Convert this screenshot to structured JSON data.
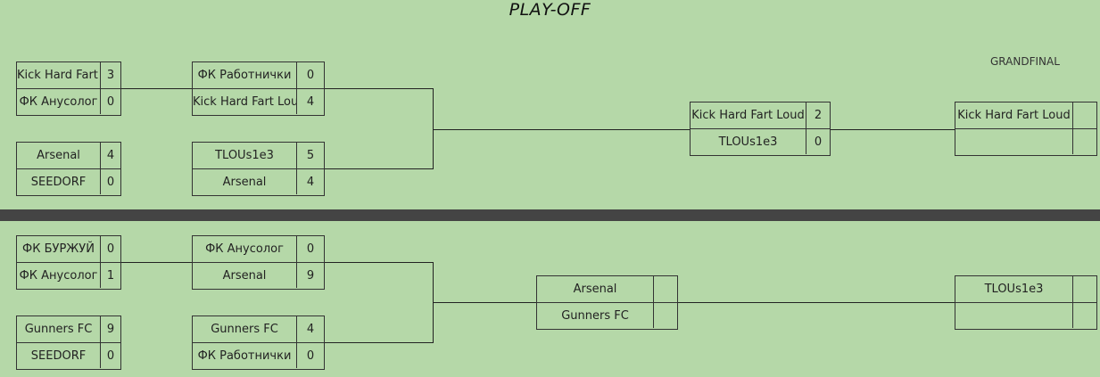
{
  "title": "PLAY-OFF",
  "grandfinal_label": "GRANDFINAL",
  "upper": {
    "round1": [
      {
        "team1": "Kick Hard Fart Loud",
        "score1": "3",
        "team2": "ФК Анусолог",
        "score2": "0"
      },
      {
        "team1": "Arsenal",
        "score1": "4",
        "team2": "SEEDORF",
        "score2": "0"
      }
    ],
    "round2": [
      {
        "team1": "ФК Работнички",
        "score1": "0",
        "team2": "Kick Hard Fart Loud",
        "score2": "4"
      },
      {
        "team1": "TLOUs1e3",
        "score1": "5",
        "team2": "Arsenal",
        "score2": "4"
      }
    ],
    "final": {
      "team1": "Kick Hard Fart Loud",
      "score1": "2",
      "team2": "TLOUs1e3",
      "score2": "0"
    },
    "grandfinal": {
      "team1": "Kick Hard Fart Loud",
      "score1": "",
      "team2": "",
      "score2": ""
    }
  },
  "lower": {
    "round1": [
      {
        "team1": "ФК БУРЖУЙ",
        "score1": "0",
        "team2": "ФК Анусолог",
        "score2": "1"
      },
      {
        "team1": "Gunners FC",
        "score1": "9",
        "team2": "SEEDORF",
        "score2": "0"
      }
    ],
    "round2": [
      {
        "team1": "ФК Анусолог",
        "score1": "0",
        "team2": "Arsenal",
        "score2": "9"
      },
      {
        "team1": "Gunners FC",
        "score1": "4",
        "team2": "ФК Работнички",
        "score2": "0"
      }
    ],
    "final": {
      "team1": "Arsenal",
      "score1": "",
      "team2": "Gunners FC",
      "score2": ""
    },
    "grandfinal": {
      "team1": "TLOUs1e3",
      "score1": "",
      "team2": "",
      "score2": ""
    }
  }
}
